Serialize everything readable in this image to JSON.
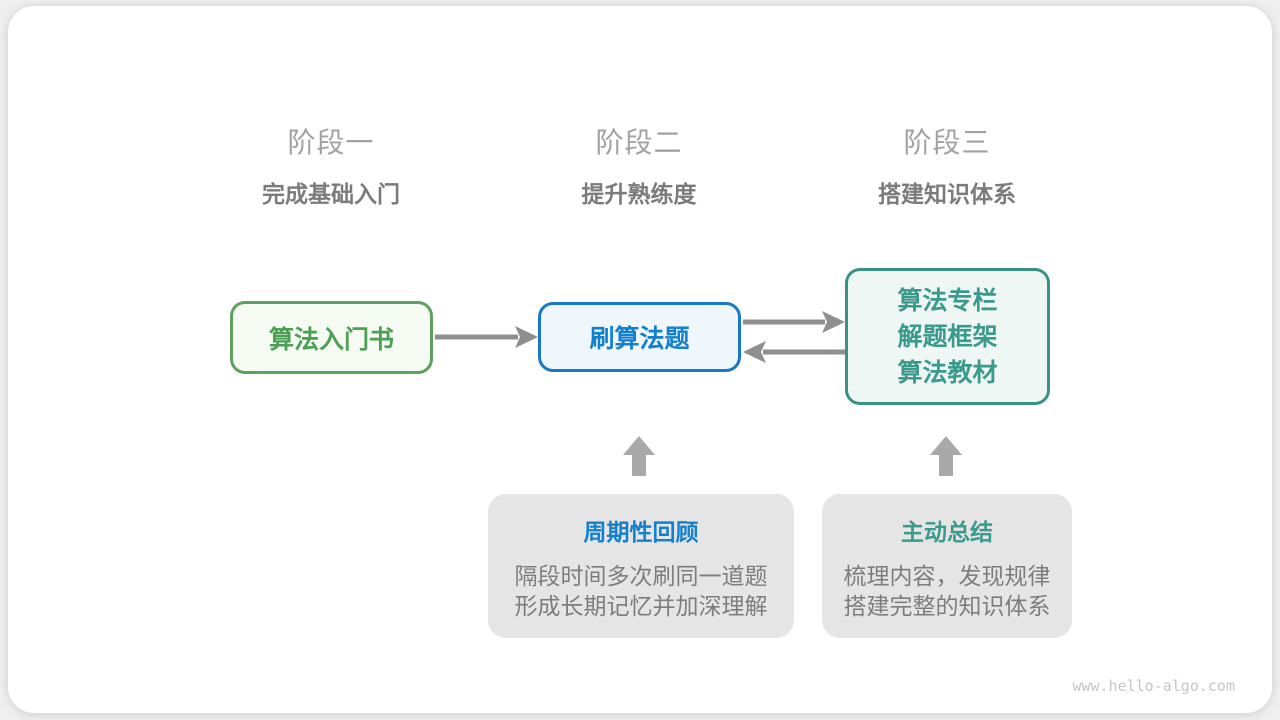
{
  "page": {
    "watermark": "www.hello-algo.com"
  },
  "stages": [
    {
      "title": "阶段一",
      "subtitle": "完成基础入门"
    },
    {
      "title": "阶段二",
      "subtitle": "提升熟练度"
    },
    {
      "title": "阶段三",
      "subtitle": "搭建知识体系"
    }
  ],
  "nodes": [
    {
      "label": "算法入门书",
      "color": "green"
    },
    {
      "label": "刷算法题",
      "color": "blue"
    },
    {
      "lines": [
        "算法专栏",
        "解题框架",
        "算法教材"
      ],
      "color": "teal"
    }
  ],
  "arrows": [
    {
      "name": "intro-to-practice",
      "direction": "right"
    },
    {
      "name": "practice-to-resources",
      "direction": "right"
    },
    {
      "name": "resources-to-practice",
      "direction": "left"
    },
    {
      "name": "review-to-practice",
      "direction": "up"
    },
    {
      "name": "summary-to-resources",
      "direction": "up"
    }
  ],
  "callouts": [
    {
      "title": "周期性回顾",
      "title_color": "blue",
      "lines": [
        "隔段时间多次刷同一道题",
        "形成长期记忆并加深理解"
      ]
    },
    {
      "title": "主动总结",
      "title_color": "teal",
      "lines": [
        "梳理内容，发现规律",
        "搭建完整的知识体系"
      ]
    }
  ],
  "colors": {
    "page_bg": "#EFEFEF",
    "card_bg": "#FFFFFF",
    "stage_title": "#A2A2A2",
    "stage_subtitle": "#7B7B7B",
    "green_border": "#5F9F5F",
    "green_text": "#4C9F53",
    "green_fill": "#F5FAF2",
    "blue_border": "#1779C8",
    "blue_text": "#1380CE",
    "blue_fill": "#EFF6FC",
    "teal_border": "#3A9186",
    "teal_text": "#3A9A8B",
    "teal_fill": "#EFF7F4",
    "callout_bg": "#E5E5E5",
    "callout_body": "#7D7D7D",
    "arrow": "#8F8F8F",
    "up_arrow": "#A9A9A9",
    "watermark": "#C6C6C6"
  }
}
